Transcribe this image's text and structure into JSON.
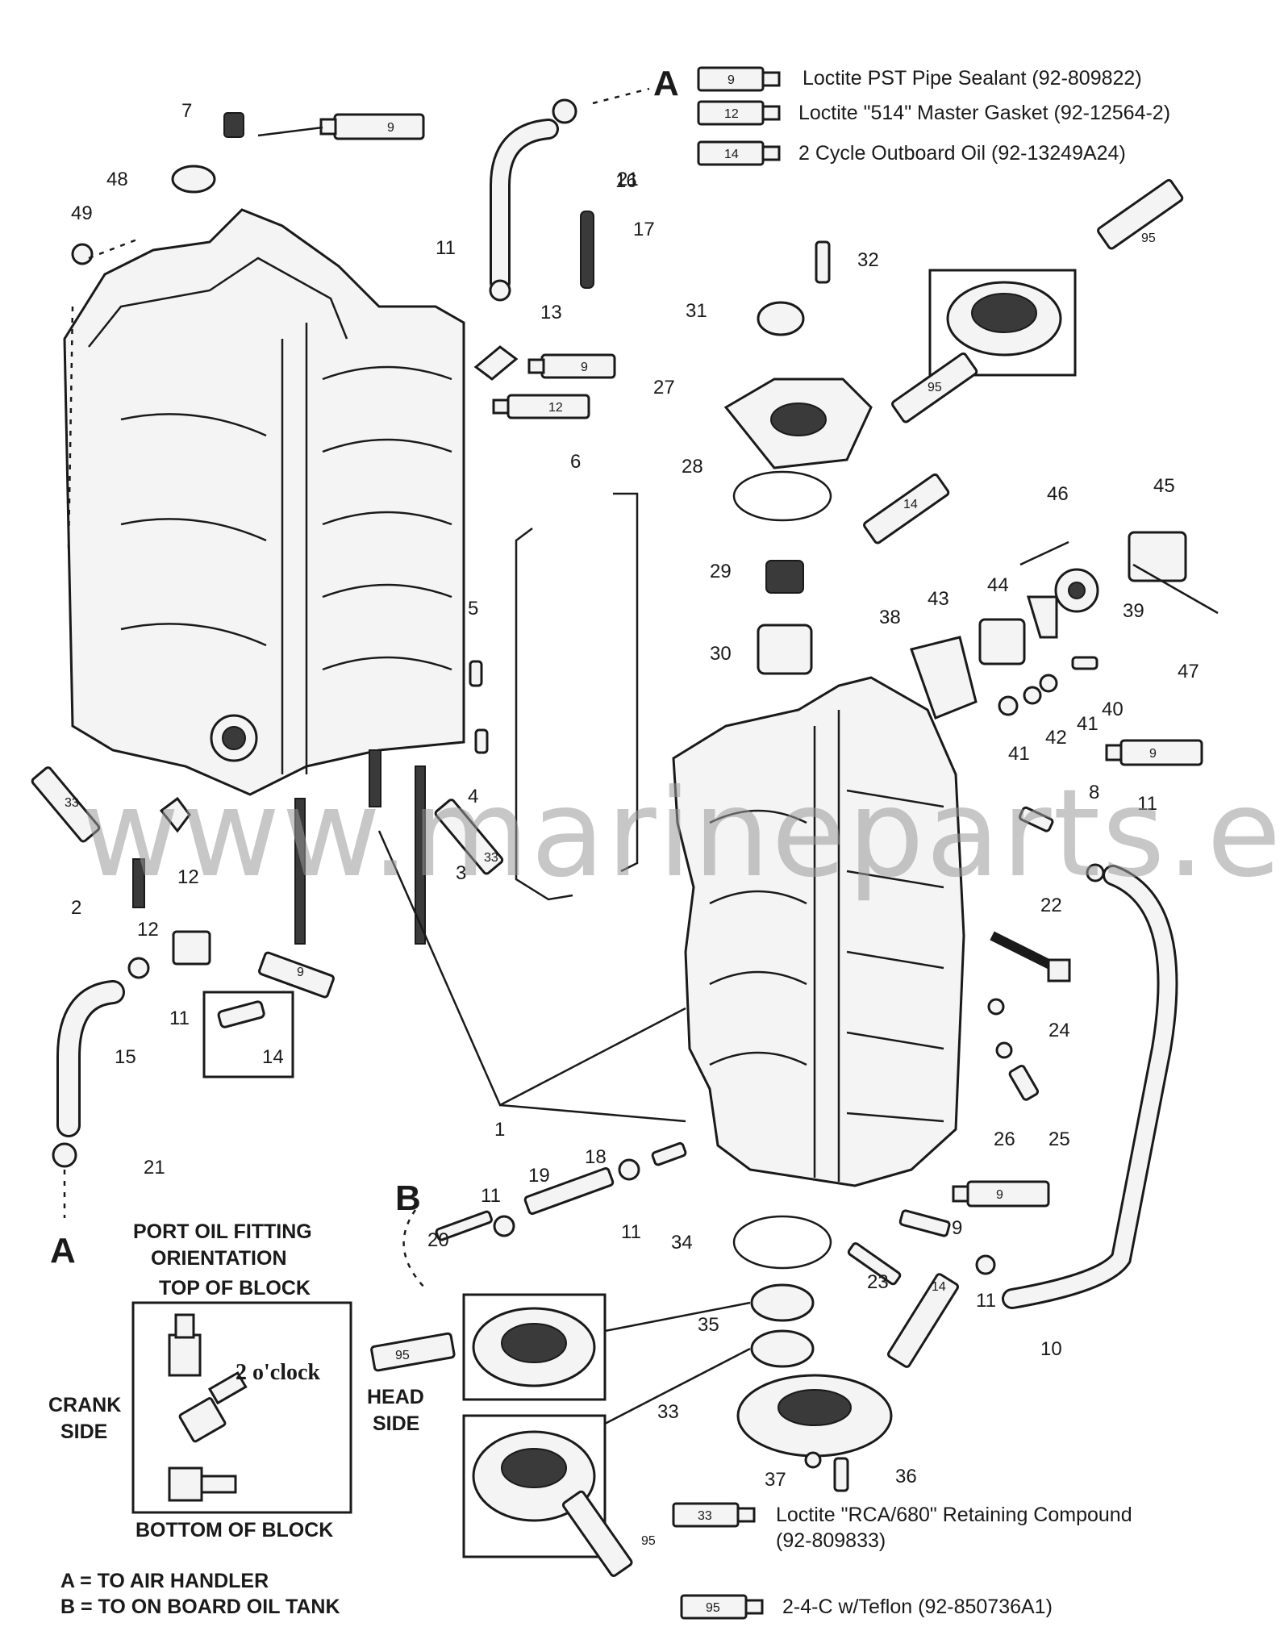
{
  "legend": [
    {
      "tube": "9",
      "text": "Loctite PST Pipe Sealant (92-809822)"
    },
    {
      "tube": "12",
      "text": "Loctite \"514\" Master Gasket (92-12564-2)"
    },
    {
      "tube": "14",
      "text": "2 Cycle Outboard Oil (92-13249A24)"
    }
  ],
  "legend_bottom": [
    {
      "tube": "33",
      "text": "Loctite \"RCA/680\" Retaining Compound",
      "text2": "(92-809833)"
    },
    {
      "tube": "95",
      "text": "2-4-C w/Teflon (92-850736A1)"
    }
  ],
  "ref_letters": {
    "a": "A",
    "b": "B"
  },
  "orientation": {
    "title1": "PORT OIL FITTING",
    "title2": "ORIENTATION",
    "top": "TOP OF BLOCK",
    "bottom": "BOTTOM OF BLOCK",
    "clock": "2 o'clock",
    "crank1": "CRANK",
    "crank2": "SIDE",
    "head1": "HEAD",
    "head2": "SIDE"
  },
  "notes": {
    "a": "A = TO AIR HANDLER",
    "b": "B = TO ON BOARD OIL TANK"
  },
  "watermark": "www.marineparts.eu",
  "tube_labels": {
    "t7": "9",
    "t13": "9",
    "t12a": "12",
    "t27": "95",
    "t28": "14",
    "t32": "95",
    "t33a": "33",
    "t4": "33",
    "t14": "9",
    "t8": "9",
    "t9": "9",
    "t35": "95",
    "t35b": "95",
    "t33b": "14"
  },
  "callouts": {
    "c1": "1",
    "c2": "2",
    "c3": "3",
    "c4": "4",
    "c5": "5",
    "c6": "6",
    "c7": "7",
    "c8": "8",
    "c9": "9",
    "c10": "10",
    "c11a": "11",
    "c11b": "11",
    "c11c": "11",
    "c11d": "11",
    "c11e": "11",
    "c11f": "11",
    "c12a": "12",
    "c12b": "12",
    "c13": "13",
    "c14": "14",
    "c15": "15",
    "c16": "16",
    "c17": "17",
    "c18": "18",
    "c19": "19",
    "c20": "20",
    "c21a": "21",
    "c21b": "21",
    "c22": "22",
    "c23": "23",
    "c24": "24",
    "c25": "25",
    "c26": "26",
    "c27": "27",
    "c28": "28",
    "c29": "29",
    "c30": "30",
    "c31": "31",
    "c32": "32",
    "c33": "33",
    "c34": "34",
    "c35": "35",
    "c36": "36",
    "c37": "37",
    "c38": "38",
    "c39": "39",
    "c40": "40",
    "c41a": "41",
    "c41b": "41",
    "c42": "42",
    "c43": "43",
    "c44": "44",
    "c45": "45",
    "c46": "46",
    "c47": "47",
    "c48": "48",
    "c49": "49"
  }
}
